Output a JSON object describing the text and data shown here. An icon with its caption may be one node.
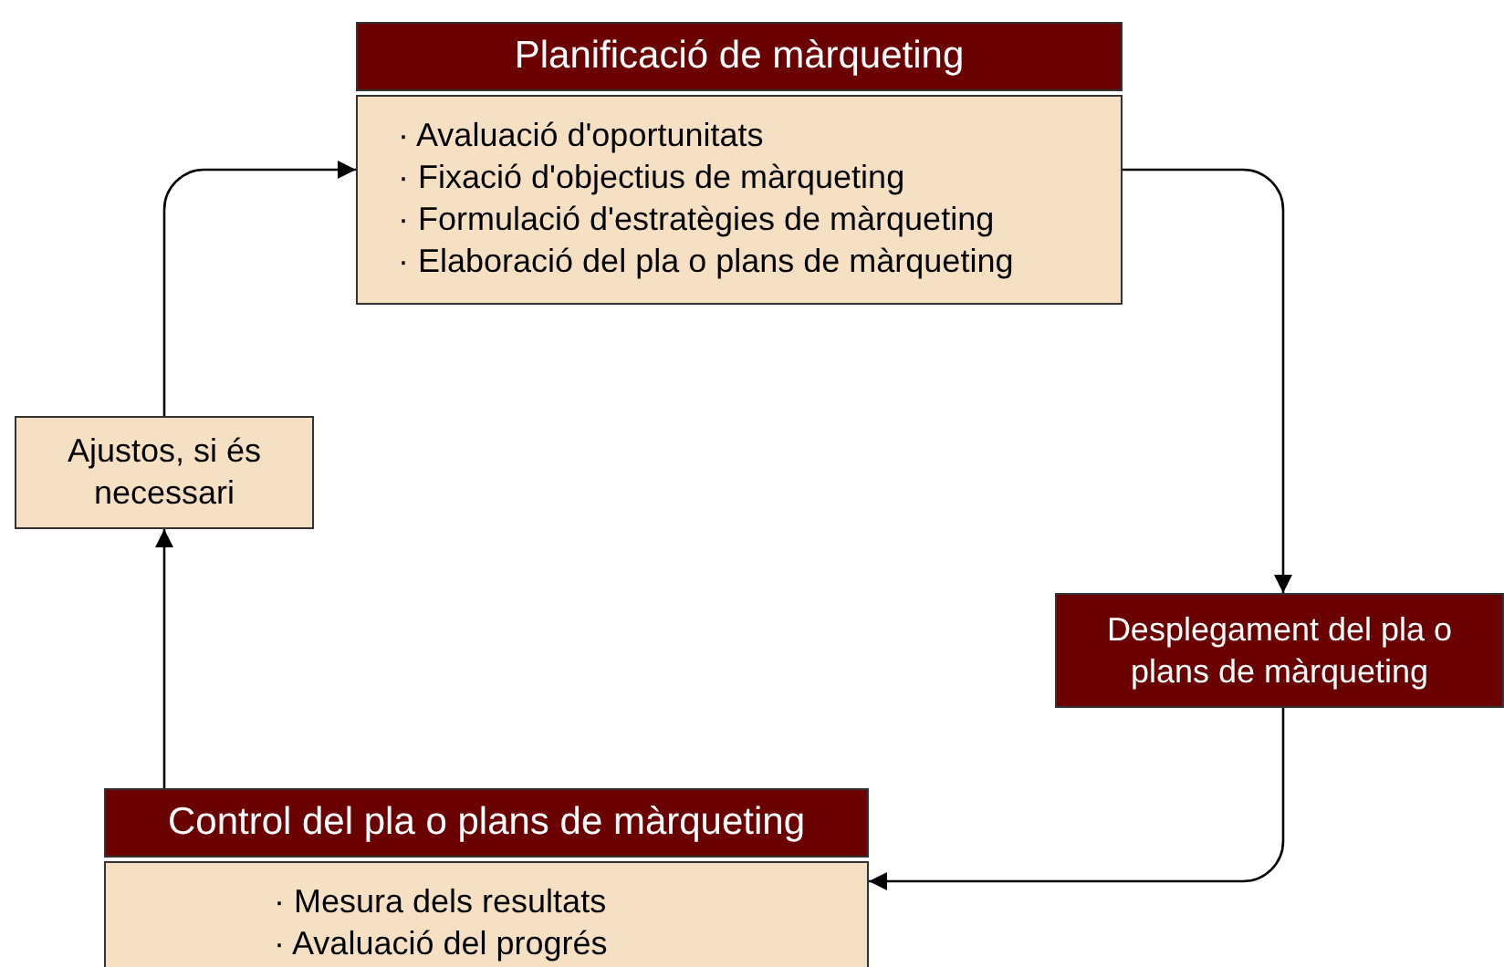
{
  "diagram": {
    "nodes": [
      {
        "text": [
          "Planificació de màrqueting",
          "· Avaluació d'oportunitats",
          "· Fixació d'objectius de màrqueting",
          "· Formulació d'estratègies de màrqueting",
          "· Elaboració del pla o plans de màrqueting"
        ]
      },
      {
        "text": [
          "Desplegament del pla o plans de màrqueting"
        ]
      },
      {
        "text": [
          "Control del pla o plans de màrqueting",
          "· Mesura dels resultats",
          "· Avaluació del progrés"
        ]
      },
      {
        "text": [
          "Ajustos, si és necessari"
        ]
      }
    ],
    "edges": [
      {
        "from": 0,
        "to": 1,
        "arrow": "to"
      },
      {
        "from": 1,
        "to": 2,
        "arrow": "to"
      },
      {
        "from": 2,
        "to": 3,
        "arrow": "to"
      },
      {
        "from": 3,
        "to": 0,
        "arrow": "to"
      }
    ]
  }
}
